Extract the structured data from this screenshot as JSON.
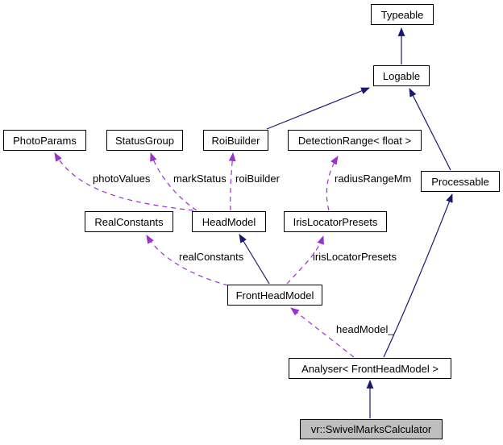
{
  "diagram": {
    "kind": "doxygen-collaboration-graph",
    "colors": {
      "inheritance_edge": "#191970",
      "usage_edge": "#9a32cd",
      "node_border": "#000000",
      "node_fill": "#ffffff",
      "highlighted_node_fill": "#bfbfbf",
      "background": "#ffffff"
    },
    "nodes": [
      {
        "id": "typeable",
        "label": "Typeable",
        "highlighted": false
      },
      {
        "id": "logable",
        "label": "Logable",
        "highlighted": false
      },
      {
        "id": "photoparams",
        "label": "PhotoParams",
        "highlighted": false
      },
      {
        "id": "statusgroup",
        "label": "StatusGroup",
        "highlighted": false
      },
      {
        "id": "roibuilder",
        "label": "RoiBuilder",
        "highlighted": false
      },
      {
        "id": "detectionrange",
        "label": "DetectionRange< float >",
        "highlighted": false
      },
      {
        "id": "processable",
        "label": "Processable",
        "highlighted": false
      },
      {
        "id": "realconstants",
        "label": "RealConstants",
        "highlighted": false
      },
      {
        "id": "headmodel",
        "label": "HeadModel",
        "highlighted": false
      },
      {
        "id": "irislocatorpresets",
        "label": "IrisLocatorPresets",
        "highlighted": false
      },
      {
        "id": "frontheadmodel",
        "label": "FrontHeadModel",
        "highlighted": false
      },
      {
        "id": "analyser",
        "label": "Analyser< FrontHeadModel >",
        "highlighted": false
      },
      {
        "id": "swivelmarkscalculator",
        "label": "vr::SwivelMarksCalculator",
        "highlighted": true
      }
    ],
    "edge_labels": [
      {
        "text": "photoValues"
      },
      {
        "text": "markStatus"
      },
      {
        "text": "roiBuilder"
      },
      {
        "text": "radiusRangeMm"
      },
      {
        "text": "realConstants"
      },
      {
        "text": "irisLocatorPresets"
      },
      {
        "text": "headModel_"
      }
    ],
    "edges": [
      {
        "from": "Logable",
        "to": "Typeable",
        "type": "inheritance"
      },
      {
        "from": "RoiBuilder",
        "to": "Logable",
        "type": "inheritance"
      },
      {
        "from": "Processable",
        "to": "Logable",
        "type": "inheritance"
      },
      {
        "from": "FrontHeadModel",
        "to": "HeadModel",
        "type": "inheritance"
      },
      {
        "from": "Analyser< FrontHeadModel >",
        "to": "Processable",
        "type": "inheritance"
      },
      {
        "from": "vr::SwivelMarksCalculator",
        "to": "Analyser< FrontHeadModel >",
        "type": "inheritance"
      },
      {
        "from": "HeadModel",
        "to": "PhotoParams",
        "type": "usage",
        "label": "photoValues"
      },
      {
        "from": "HeadModel",
        "to": "StatusGroup",
        "type": "usage",
        "label": "markStatus"
      },
      {
        "from": "HeadModel",
        "to": "RoiBuilder",
        "type": "usage",
        "label": "roiBuilder"
      },
      {
        "from": "FrontHeadModel",
        "to": "RealConstants",
        "type": "usage",
        "label": "realConstants"
      },
      {
        "from": "FrontHeadModel",
        "to": "IrisLocatorPresets",
        "type": "usage",
        "label": "irisLocatorPresets"
      },
      {
        "from": "IrisLocatorPresets",
        "to": "DetectionRange< float >",
        "type": "usage",
        "label": "radiusRangeMm"
      },
      {
        "from": "Analyser< FrontHeadModel >",
        "to": "FrontHeadModel",
        "type": "usage",
        "label": "headModel_"
      }
    ]
  }
}
